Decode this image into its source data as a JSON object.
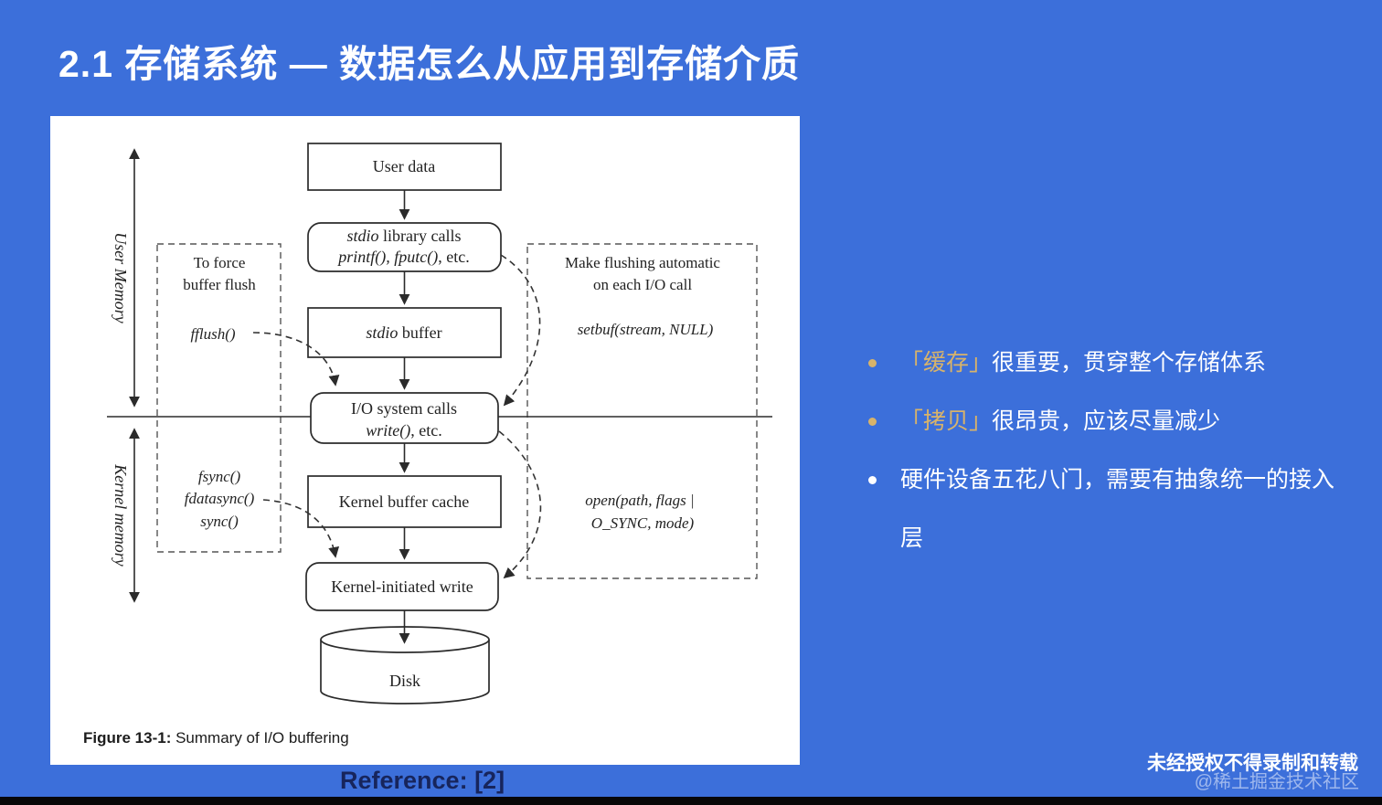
{
  "title": "2.1 存储系统 — 数据怎么从应用到存储介质",
  "colors": {
    "bg_blue": "#3c6fda",
    "accent_gold": "#d8b36a",
    "panel_white": "#ffffff",
    "diagram_ink": "#2b2b2b",
    "reference_navy": "#17255c",
    "bar_black": "#070707"
  },
  "diagram": {
    "caption": {
      "label": "Figure 13-1:",
      "text": " Summary of I/O buffering"
    },
    "side_labels": {
      "user": "User Memory",
      "kernel": "Kernel memory"
    },
    "nodes": {
      "user_data": "User data",
      "stdio_calls_l1_italic": "stdio",
      "stdio_calls_l1_rest": " library calls",
      "stdio_calls_l2_italic": "printf(), fputc()",
      "stdio_calls_l2_rest": ", etc.",
      "stdio_buffer_italic": "stdio",
      "stdio_buffer_rest": " buffer",
      "io_calls_l1": "I/O system calls",
      "io_calls_l2_italic": "write()",
      "io_calls_l2_rest": ", etc.",
      "kernel_buffer_cache": "Kernel buffer cache",
      "kernel_write": "Kernel-initiated write",
      "disk": "Disk"
    },
    "annotations": {
      "force_flush_l1": "To force",
      "force_flush_l2": "buffer flush",
      "fflush": "fflush()",
      "fsync": "fsync()",
      "fdatasync": "fdatasync()",
      "sync": "sync()",
      "auto_flush_l1": "Make flushing automatic",
      "auto_flush_l2": "on each I/O call",
      "setbuf": "setbuf(stream, NULL)",
      "open_l1": "open(path, flags |",
      "open_l2": "O_SYNC, mode)"
    }
  },
  "bullets": [
    {
      "highlight": "「缓存」",
      "text": "很重要，贯穿整个存储体系"
    },
    {
      "highlight": "「拷贝」",
      "text": "很昂贵，应该尽量减少"
    },
    {
      "highlight": "",
      "text": "硬件设备五花八门，需要有抽象统一的接入层"
    }
  ],
  "footer": {
    "reference": "Reference: [2]"
  },
  "watermark": {
    "line1": "未经授权不得录制和转载",
    "line2": "@稀土掘金技术社区"
  }
}
